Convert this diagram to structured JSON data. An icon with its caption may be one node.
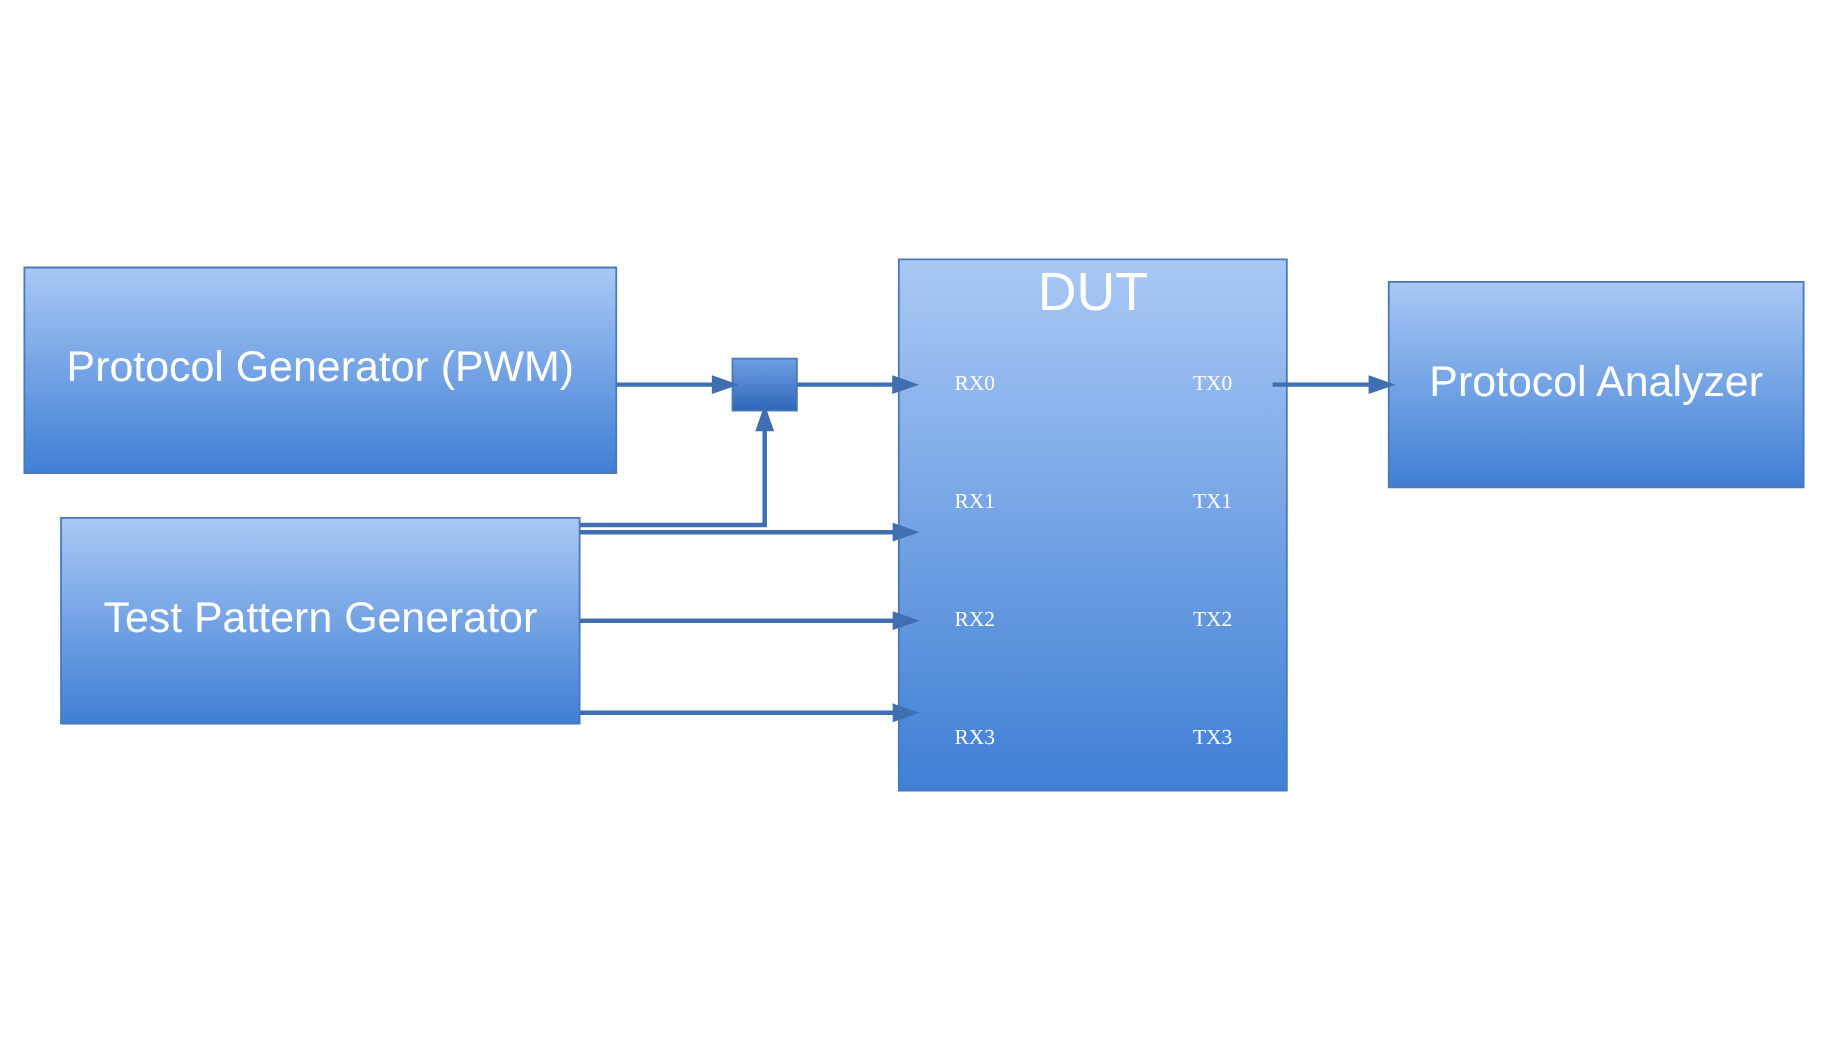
{
  "diagram": {
    "nodes": [
      {
        "text": [
          "Protocol Generator (PWM)"
        ]
      },
      {
        "text": [
          "Test Pattern Generator"
        ]
      },
      {
        "text": [],
        "shape": "box"
      },
      {
        "text": [
          "DUT"
        ]
      },
      {
        "text": [
          "RX0"
        ],
        "in": 3
      },
      {
        "text": [
          "TX0"
        ],
        "in": 3
      },
      {
        "text": [
          "RX1"
        ],
        "in": 3
      },
      {
        "text": [
          "TX1"
        ],
        "in": 3
      },
      {
        "text": [
          "RX2"
        ],
        "in": 3
      },
      {
        "text": [
          "TX2"
        ],
        "in": 3
      },
      {
        "text": [
          "RX3"
        ],
        "in": 3
      },
      {
        "text": [
          "TX3"
        ],
        "in": 3
      },
      {
        "text": [
          "Protocol Analyzer"
        ]
      }
    ],
    "edges": [
      {
        "from": 0,
        "to": 2,
        "arrow": "to"
      },
      {
        "from": 1,
        "to": 2,
        "arrow": "to"
      },
      {
        "from": 2,
        "to": 4,
        "arrow": "to"
      },
      {
        "from": 1,
        "to": 6,
        "arrow": "to"
      },
      {
        "from": 1,
        "to": 8,
        "arrow": "to"
      },
      {
        "from": 1,
        "to": 10,
        "arrow": "to"
      },
      {
        "from": 5,
        "to": 12,
        "arrow": "to"
      }
    ]
  }
}
